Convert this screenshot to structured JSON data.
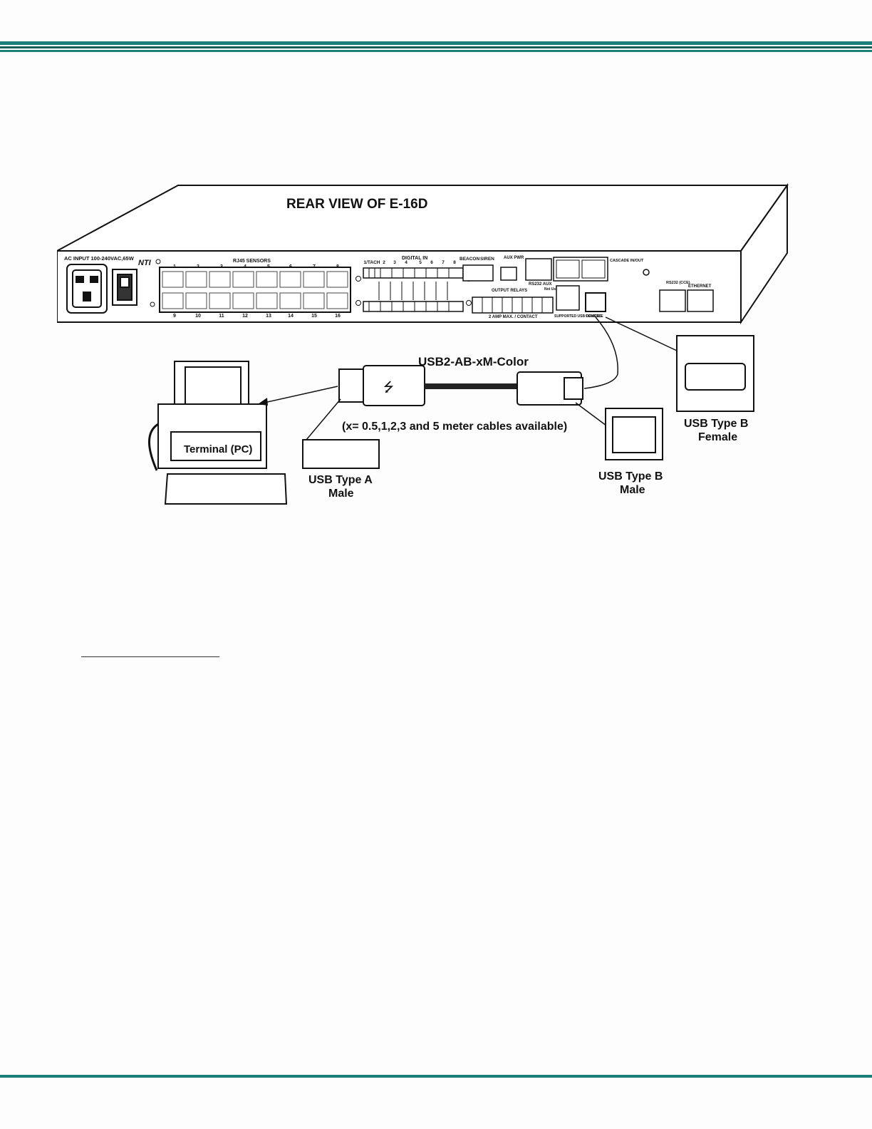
{
  "header": {
    "rule_colors": [
      "#1a7f78",
      "#0d5e58",
      "#1a7f78"
    ]
  },
  "diagram": {
    "title": "REAR VIEW OF E-16D",
    "panel": {
      "ac_input": "AC INPUT 100-240VAC,65W",
      "logo": "NTI",
      "rj45_label": "RJ45 SENSORS",
      "rj45_top_numbers": [
        "1",
        "2",
        "3",
        "4",
        "5",
        "6",
        "7",
        "8"
      ],
      "rj45_bottom_numbers": [
        "9",
        "10",
        "11",
        "12",
        "13",
        "14",
        "15",
        "16"
      ],
      "digital_in": "DIGITAL IN",
      "digital_numbers": [
        "1/TACH",
        "2",
        "3",
        "4",
        "5",
        "6",
        "7",
        "8"
      ],
      "beacon": "BEACON",
      "siren": "SIREN",
      "aux_pwr": "AUX PWR",
      "rs232_aux": "RS232 AUX",
      "cascade": "CASCADE IN/OUT",
      "output_relays": "OUTPUT RELAYS",
      "not_used": "Not Used",
      "amp_label": "2 AMP MAX. / CONTACT",
      "supported_usb": "SUPPORTED USB DEVICES",
      "console": "CONSOLE",
      "rs232_cce": "RS232 (CCE)",
      "ethernet": "ETHERNET"
    },
    "cable_name": "USB2-AB-xM-Color",
    "cable_note": "(x= 0.5,1,2,3 and 5 meter cables available)",
    "terminal": "Terminal (PC)",
    "usb_a_male": [
      "USB Type A",
      "Male"
    ],
    "usb_b_male": [
      "USB Type B",
      "Male"
    ],
    "usb_b_female": [
      "USB Type B",
      "Female"
    ]
  }
}
